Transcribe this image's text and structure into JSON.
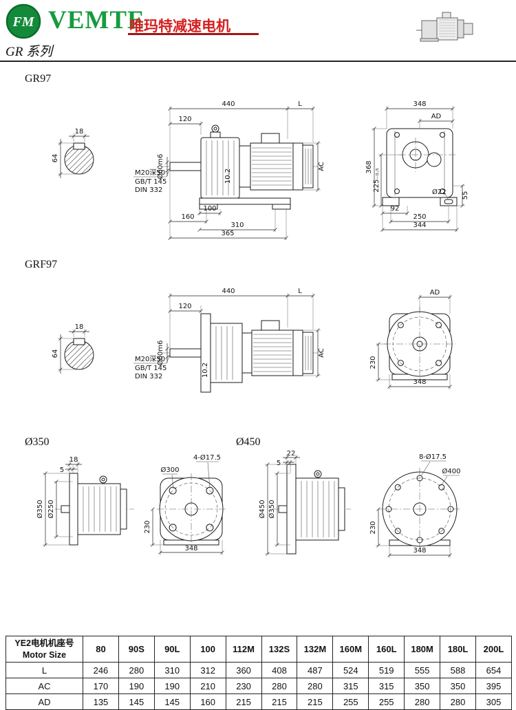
{
  "header": {
    "logo_text": "FM",
    "brand": "VEMTE",
    "subtitle": "唯玛特减速电机",
    "series": "GR 系列"
  },
  "sections": {
    "gr97": {
      "title": "GR97",
      "shaft": {
        "key_width": "18",
        "shaft_height": "64"
      },
      "front": {
        "overall_len": "440",
        "motor_len": "L",
        "shaft_len": "120",
        "shaft_dia": "Ø60m6",
        "motor_dia": "AC",
        "foot_pad": "10.2",
        "tap_note": "M20深50",
        "tap_std1": "GB/T 145",
        "tap_std2": "DIN 332",
        "dim_100": "100",
        "dim_160": "160",
        "dim_310": "310",
        "dim_365": "365"
      },
      "side": {
        "width": "348",
        "ad": "AD",
        "height": "368",
        "axis_height": "225₋₀.₅",
        "dim_92": "92",
        "dim_250": "250",
        "dim_344": "344",
        "foot_hole": "Ø22",
        "dim_55": "55"
      }
    },
    "grf97": {
      "title": "GRF97",
      "shaft": {
        "key_width": "18",
        "shaft_height": "64"
      },
      "front": {
        "overall_len": "440",
        "motor_len": "L",
        "shaft_len": "120",
        "shaft_dia": "Ø60m6",
        "motor_dia": "AC",
        "flange_pad": "10.2",
        "tap_note": "M20深50",
        "tap_std1": "GB/T 145",
        "tap_std2": "DIN 332"
      },
      "side": {
        "ad": "AD",
        "axis_height": "230",
        "width": "348"
      }
    },
    "flange350": {
      "title": "Ø350",
      "profile": {
        "flange_thk": "18",
        "spigot_depth": "5",
        "flange_dia": "Ø350",
        "spigot_dia": "Ø250"
      },
      "face": {
        "holes": "4-Ø17.5",
        "bolt_circle": "Ø300",
        "axis_height": "230",
        "base_width": "348"
      }
    },
    "flange450": {
      "title": "Ø450",
      "profile": {
        "flange_thk": "22",
        "spigot_depth": "5",
        "flange_dia": "Ø450",
        "spigot_dia": "Ø350"
      },
      "face": {
        "holes": "8-Ø17.5",
        "bolt_circle": "Ø400",
        "axis_height": "230",
        "base_width": "348"
      }
    }
  },
  "table": {
    "header_cn": "YE2电机机座号",
    "header_en": "Motor Size",
    "columns": [
      "80",
      "90S",
      "90L",
      "100",
      "112M",
      "132S",
      "132M",
      "160M",
      "160L",
      "180M",
      "180L",
      "200L"
    ],
    "rows": [
      {
        "label": "L",
        "values": [
          "246",
          "280",
          "310",
          "312",
          "360",
          "408",
          "487",
          "524",
          "519",
          "555",
          "588",
          "654"
        ]
      },
      {
        "label": "AC",
        "values": [
          "170",
          "190",
          "190",
          "210",
          "230",
          "280",
          "280",
          "315",
          "315",
          "350",
          "350",
          "395"
        ]
      },
      {
        "label": "AD",
        "values": [
          "135",
          "145",
          "145",
          "160",
          "215",
          "215",
          "215",
          "255",
          "255",
          "280",
          "280",
          "305"
        ]
      }
    ]
  }
}
